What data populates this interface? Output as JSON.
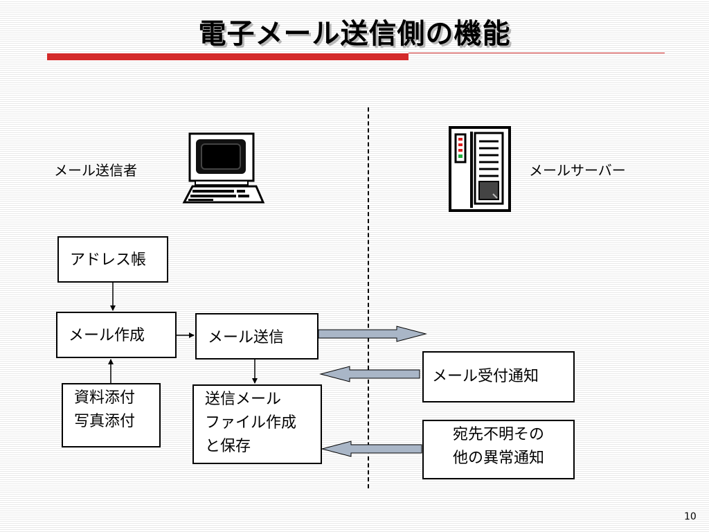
{
  "title": "電子メール送信側の機能",
  "sender_label": "メール送信者",
  "server_label": "メールサーバー",
  "boxes": {
    "address_book": "アドレス帳",
    "compose": "メール作成",
    "send": "メール送信",
    "attach": [
      "資料添付",
      "写真添付"
    ],
    "save": [
      "送信メール",
      "ファイル作成",
      "と保存"
    ],
    "receipt": "メール受付通知",
    "error": [
      "宛先不明その",
      "他の異常通知"
    ]
  },
  "page_number": "10",
  "colors": {
    "accent_red": "#d42a2a",
    "block_arrow_fill": "#a9b6c7",
    "server_led_red": "#e02020",
    "server_led_green": "#20b040"
  },
  "icons": [
    "computer-icon",
    "server-icon"
  ]
}
